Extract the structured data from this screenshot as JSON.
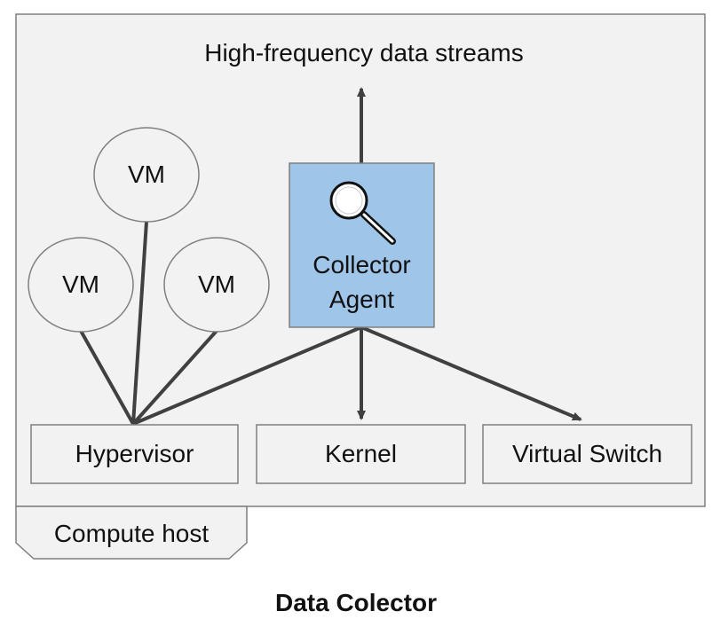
{
  "diagram": {
    "top_label": "High-frequency data streams",
    "vms": [
      {
        "label": "VM"
      },
      {
        "label": "VM"
      },
      {
        "label": "VM"
      }
    ],
    "collector": {
      "label_line1": "Collector",
      "label_line2": "Agent",
      "icon": "magnifier-icon",
      "fill": "#9fc5e8"
    },
    "components": [
      {
        "label": "Hypervisor"
      },
      {
        "label": "Kernel"
      },
      {
        "label": "Virtual Switch"
      }
    ],
    "host_tab": "Compute host",
    "caption": "Data Colector",
    "colors": {
      "host_fill": "#f2f2f2",
      "stroke": "#7f7f7f",
      "line": "#404040",
      "vm_fill": "#f2f2f2"
    }
  }
}
